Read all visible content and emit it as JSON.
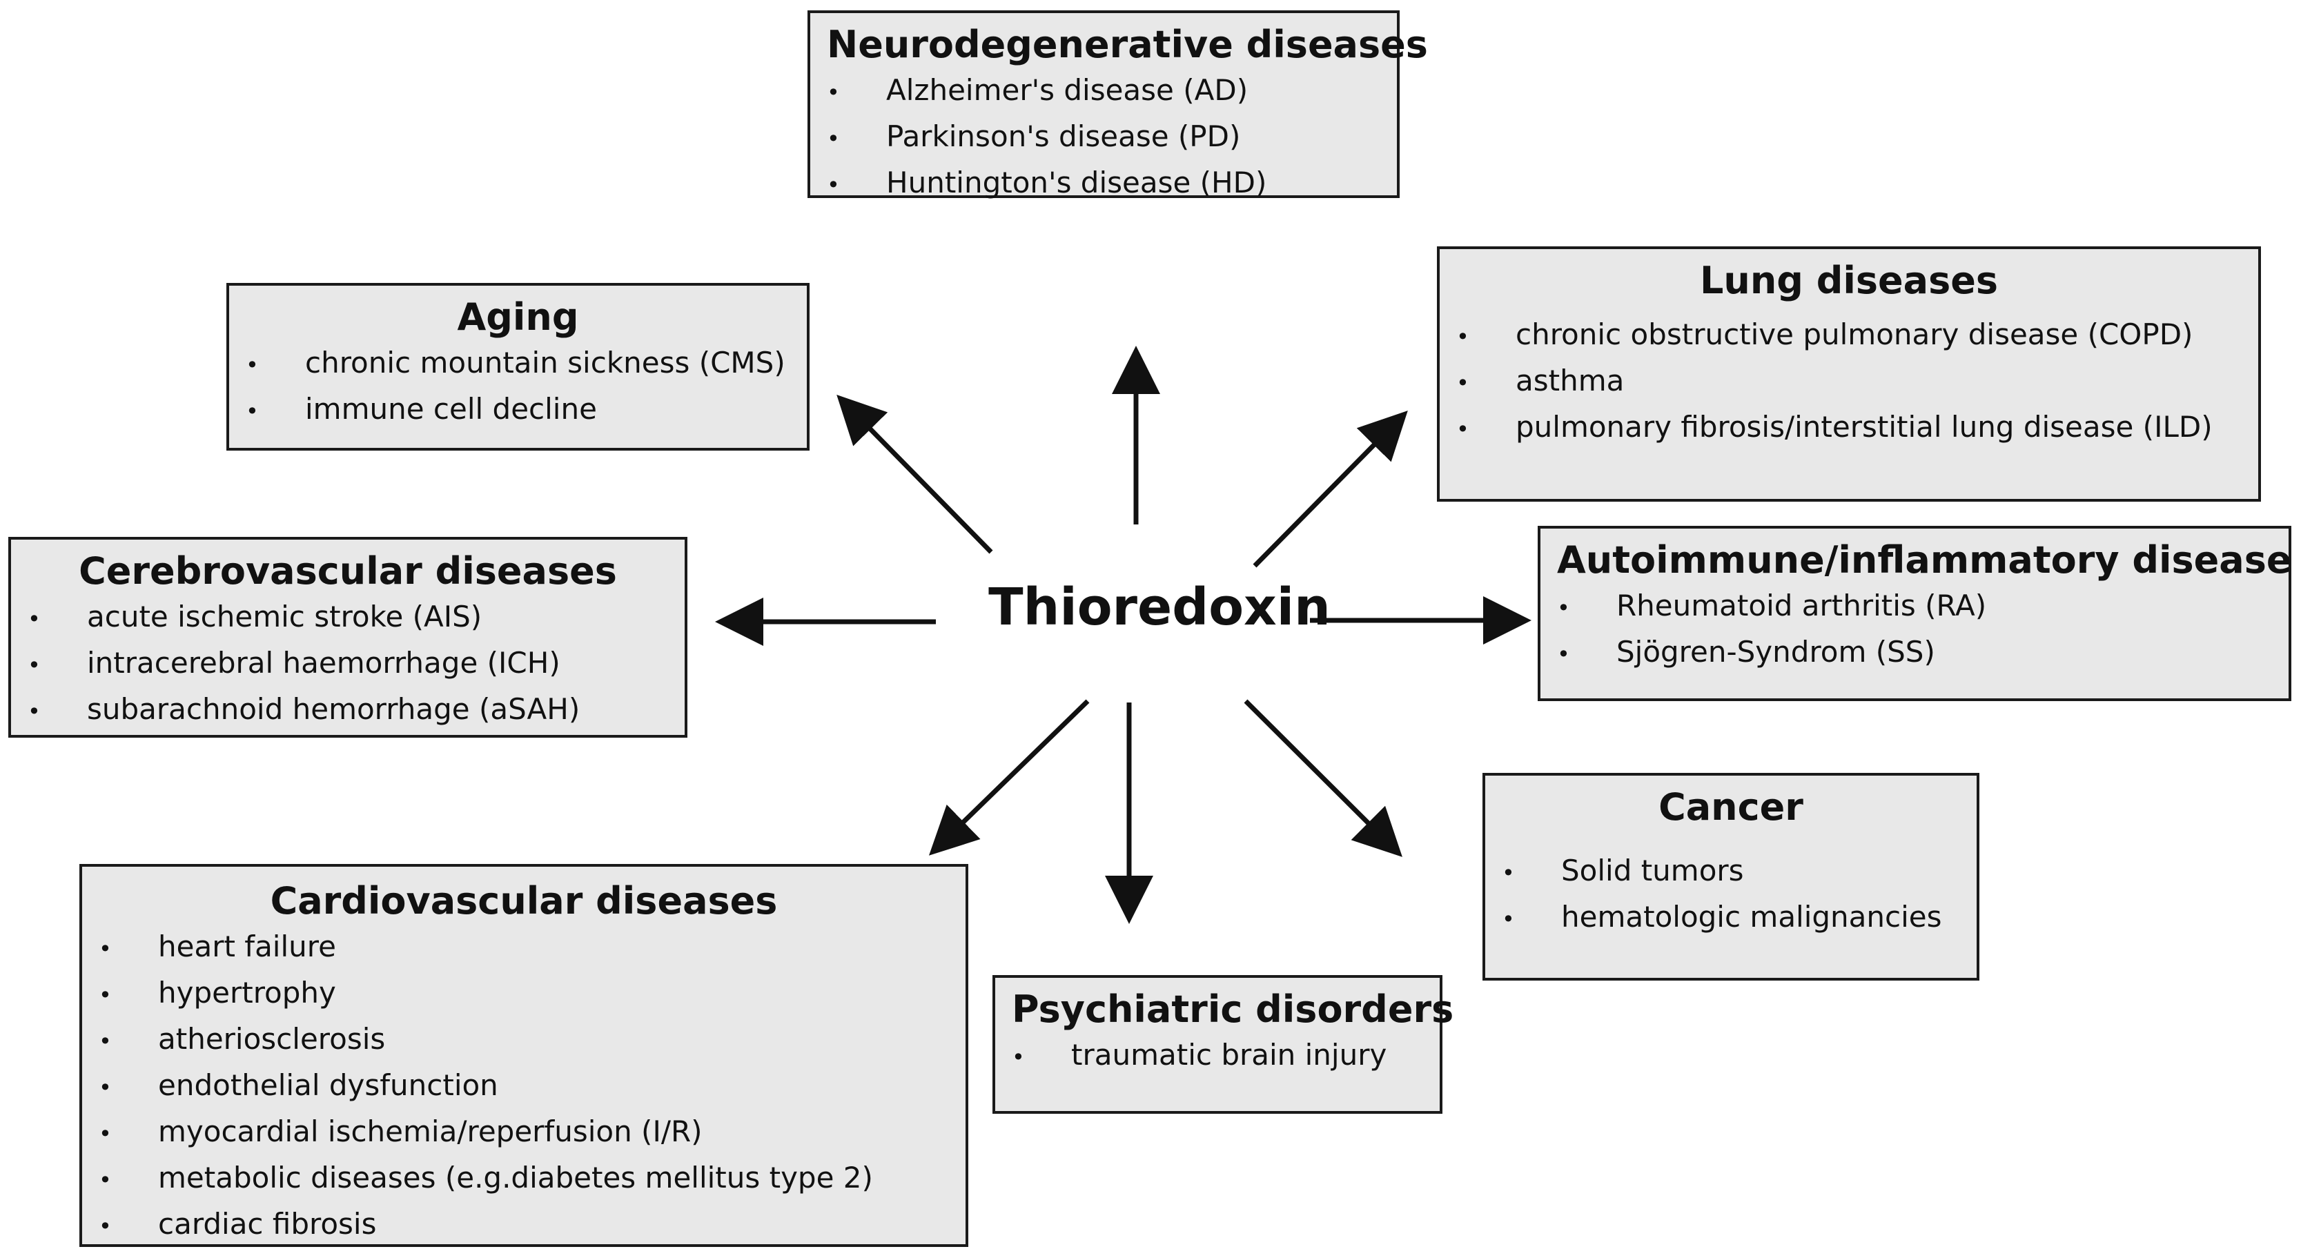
{
  "center": {
    "label": "Thioredoxin"
  },
  "boxes": {
    "neurodegenerative": {
      "title": "Neurodegenerative diseases",
      "items": [
        "Alzheimer's disease (AD)",
        "Parkinson's disease (PD)",
        "Huntington's disease (HD)"
      ]
    },
    "aging": {
      "title": "Aging",
      "items": [
        "chronic mountain sickness (CMS)",
        "immune cell decline"
      ]
    },
    "lung": {
      "title": "Lung diseases",
      "items": [
        "chronic obstructive pulmonary disease (COPD)",
        "asthma",
        "pulmonary fibrosis/interstitial lung disease (ILD)"
      ]
    },
    "cerebrovascular": {
      "title": "Cerebrovascular diseases",
      "items": [
        "acute ischemic stroke (AIS)",
        "intracerebral haemorrhage (ICH)",
        "subarachnoid hemorrhage (aSAH)"
      ]
    },
    "autoimmune": {
      "title": "Autoimmune/inflammatory disease",
      "items": [
        "Rheumatoid arthritis (RA)",
        "Sjögren-Syndrom (SS)"
      ]
    },
    "cancer": {
      "title": "Cancer",
      "items": [
        "Solid tumors",
        "hematologic malignancies"
      ]
    },
    "cardiovascular": {
      "title": "Cardiovascular diseases",
      "items": [
        "heart failure",
        "hypertrophy",
        "atheriosclerosis",
        "endothelial dysfunction",
        "myocardial ischemia/reperfusion (I/R)",
        "metabolic diseases (e.g.diabetes mellitus type 2)",
        "cardiac fibrosis"
      ]
    },
    "psychiatric": {
      "title": "Psychiatric disorders",
      "items": [
        "traumatic brain injury"
      ]
    }
  },
  "style": {
    "box_fill": "#e8e8e8",
    "box_border": "#1a1a1a",
    "arrow_color": "#111111"
  },
  "bullet_char": "•"
}
